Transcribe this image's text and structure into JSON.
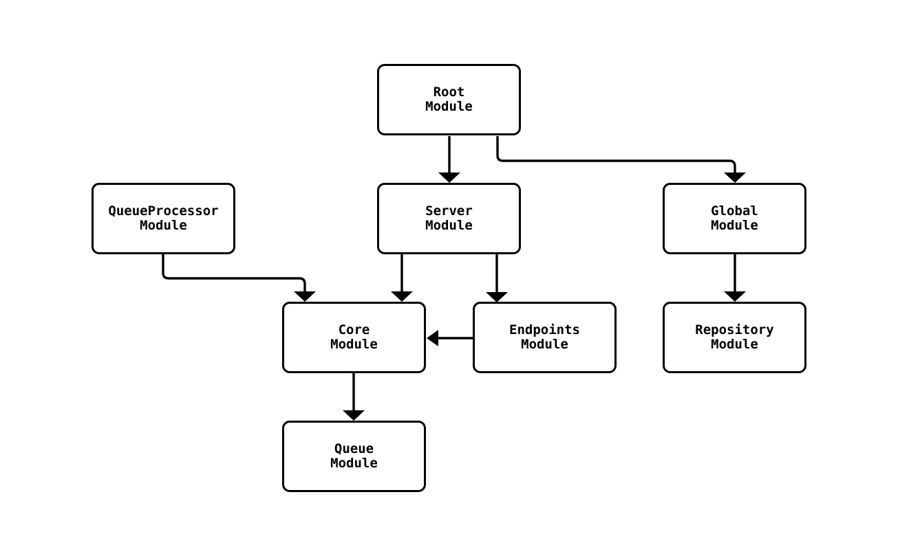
{
  "diagram": {
    "type": "flowchart",
    "background_color": "#ffffff",
    "stroke_color": "#000000",
    "node_fill_color": "#ffffff",
    "text_color": "#000000",
    "nodes": [
      {
        "id": "root",
        "label": "Root\nModule"
      },
      {
        "id": "queueprocessor",
        "label": "QueueProcessor\nModule"
      },
      {
        "id": "server",
        "label": "Server\nModule"
      },
      {
        "id": "global",
        "label": "Global\nModule"
      },
      {
        "id": "core",
        "label": "Core\nModule"
      },
      {
        "id": "endpoints",
        "label": "Endpoints\nModule"
      },
      {
        "id": "repository",
        "label": "Repository\nModule"
      },
      {
        "id": "queue",
        "label": "Queue\nModule"
      }
    ],
    "edges": [
      {
        "from": "Root Module",
        "to": "Server Module"
      },
      {
        "from": "Root Module",
        "to": "Global Module"
      },
      {
        "from": "QueueProcessor Module",
        "to": "Core Module"
      },
      {
        "from": "Server Module",
        "to": "Core Module"
      },
      {
        "from": "Server Module",
        "to": "Endpoints Module"
      },
      {
        "from": "Endpoints Module",
        "to": "Core Module"
      },
      {
        "from": "Global Module",
        "to": "Repository Module"
      },
      {
        "from": "Core Module",
        "to": "Queue Module"
      }
    ]
  }
}
